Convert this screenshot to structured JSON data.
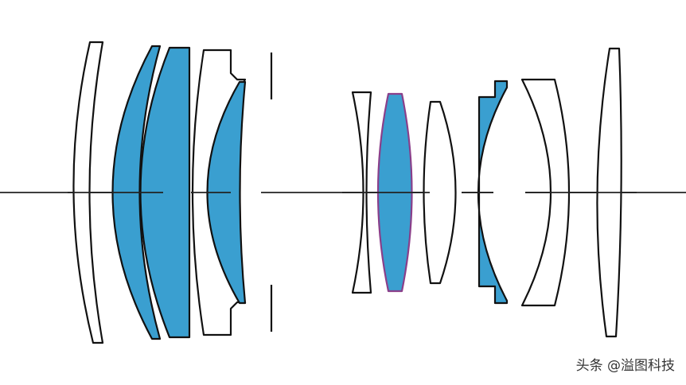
{
  "diagram": {
    "elements": [
      {
        "id": "lens-element-1",
        "group": 1,
        "fill": "none"
      },
      {
        "id": "lens-element-2",
        "group": 1,
        "fill": "blue"
      },
      {
        "id": "lens-element-3",
        "group": 1,
        "fill": "blue"
      },
      {
        "id": "lens-element-4",
        "group": 1,
        "fill": "none"
      },
      {
        "id": "lens-element-5",
        "group": 1,
        "fill": "blue",
        "cemented_to": "lens-element-4"
      },
      {
        "id": "aperture-stop",
        "group": 0,
        "fill": "none"
      },
      {
        "id": "lens-element-6",
        "group": 2,
        "fill": "none"
      },
      {
        "id": "lens-element-7",
        "group": 2,
        "fill": "blue",
        "outline": "purple"
      },
      {
        "id": "lens-element-8",
        "group": 2,
        "fill": "none"
      },
      {
        "id": "lens-element-9",
        "group": 2,
        "fill": "blue"
      },
      {
        "id": "lens-element-10",
        "group": 2,
        "fill": "none"
      },
      {
        "id": "lens-element-11",
        "group": 2,
        "fill": "none"
      }
    ],
    "colors": {
      "lens_blue": "#3a9fd0",
      "outline": "#111111",
      "special_outline": "#8a3f8a",
      "axis": "#222222",
      "background": "#ffffff"
    }
  },
  "watermark": {
    "text": "头条 @溢图科技"
  }
}
